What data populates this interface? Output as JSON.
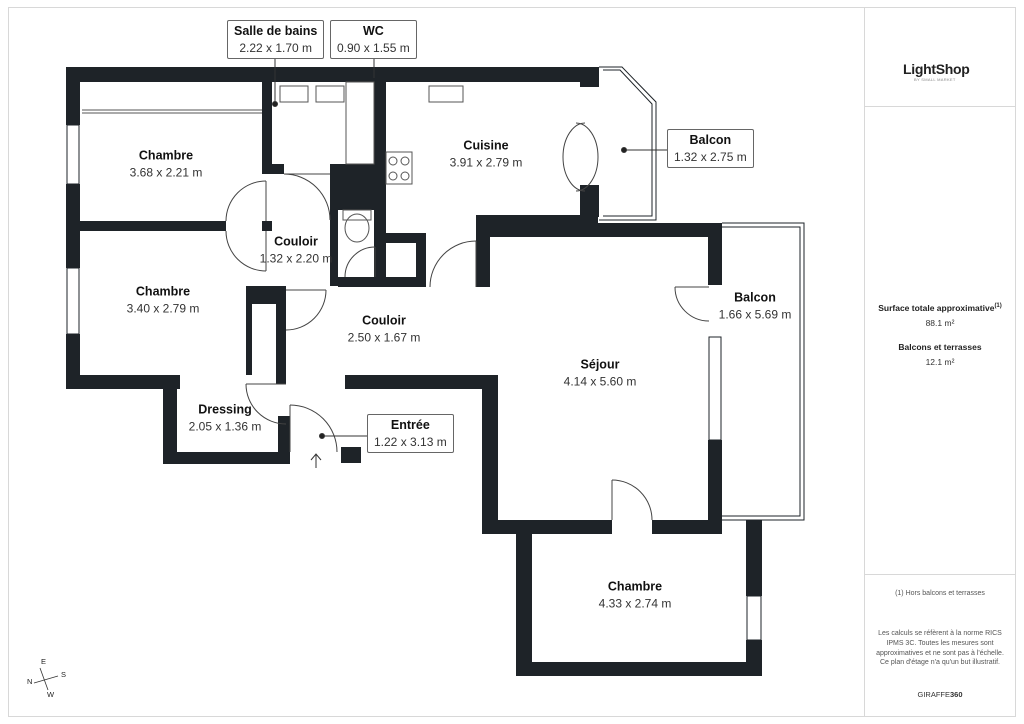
{
  "rooms": {
    "chambre1": {
      "name": "Chambre",
      "dims": "3.68 x 2.21 m"
    },
    "chambre2": {
      "name": "Chambre",
      "dims": "3.40 x 2.79 m"
    },
    "dressing": {
      "name": "Dressing",
      "dims": "2.05 x 1.36 m"
    },
    "couloir1": {
      "name": "Couloir",
      "dims": "1.32 x 2.20 m"
    },
    "couloir2": {
      "name": "Couloir",
      "dims": "2.50 x 1.67 m"
    },
    "cuisine": {
      "name": "Cuisine",
      "dims": "3.91 x 2.79 m"
    },
    "sejour": {
      "name": "Séjour",
      "dims": "4.14 x 5.60 m"
    },
    "chambre3": {
      "name": "Chambre",
      "dims": "4.33 x 2.74 m"
    },
    "balcon2": {
      "name": "Balcon",
      "dims": "1.66 x 5.69 m"
    }
  },
  "callouts": {
    "sdb": {
      "name": "Salle de bains",
      "dims": "2.22 x 1.70 m"
    },
    "wc": {
      "name": "WC",
      "dims": "0.90 x 1.55 m"
    },
    "balcon1": {
      "name": "Balcon",
      "dims": "1.32 x 2.75 m"
    },
    "entree": {
      "name": "Entrée",
      "dims": "1.22 x 3.13 m"
    }
  },
  "sidebar": {
    "logo_text": "LightShop",
    "logo_sub": "BY SMALL MARKET",
    "surface_label": "Surface totale approximative",
    "surface_sup": "(1)",
    "surface_value": "88.1 m²",
    "balcons_label": "Balcons et terrasses",
    "balcons_value": "12.1 m²",
    "footnote": "(1) Hors balcons et terrasses",
    "disclaimer": "Les calculs se réfèrent à la norme RICS IPMS 3C. Toutes les mesures sont approximatives et ne sont pas à l'échelle. Ce plan d'étage n'a qu'un but illustratif.",
    "brand_light": "GIRAFFE",
    "brand_bold": "360"
  },
  "compass": {
    "e": "E",
    "n": "N",
    "s": "S",
    "w": "W"
  },
  "colors": {
    "wall": "#1e2328",
    "accent": "#f2c200"
  }
}
